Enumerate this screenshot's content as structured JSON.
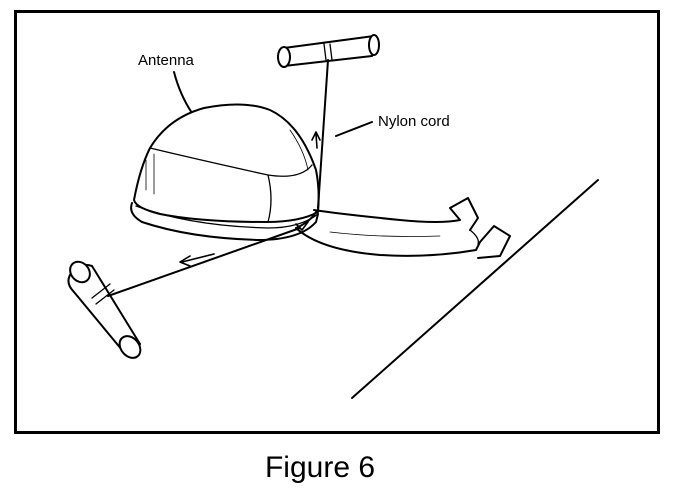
{
  "figure": {
    "labels": {
      "antenna": "Antenna",
      "nylon_cord": "Nylon cord"
    },
    "caption": "Figure 6"
  },
  "icons": [
    "antenna-dome-icon",
    "handle-icon",
    "curved-arrow-icon",
    "direction-arrow-icon"
  ],
  "colors": {
    "ink": "#000000",
    "background": "#ffffff"
  }
}
